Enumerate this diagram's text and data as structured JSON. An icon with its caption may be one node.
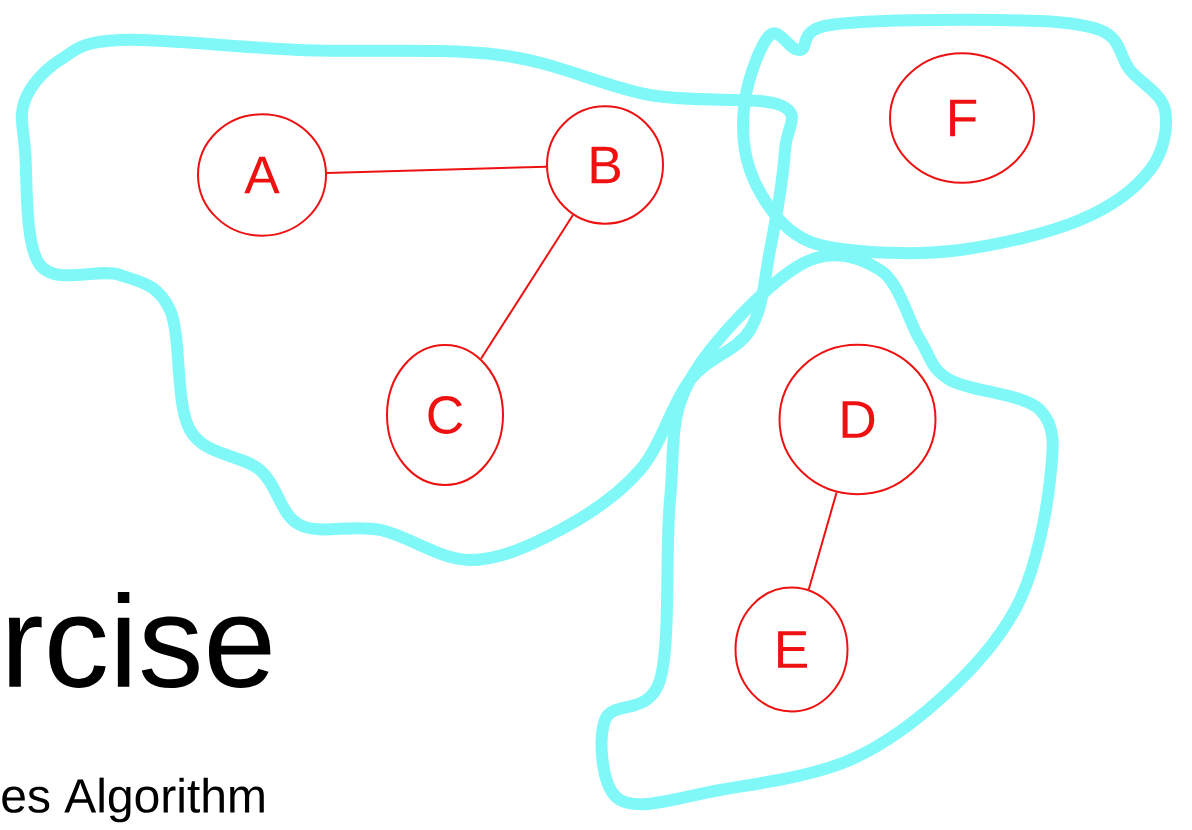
{
  "diagram": {
    "nodes": [
      {
        "text": [],
        "shape": "blob"
      },
      {
        "text": [
          "A"
        ],
        "in": 0
      },
      {
        "text": [
          "B"
        ],
        "in": 0
      },
      {
        "text": [
          "C"
        ],
        "in": 0
      },
      {
        "text": [],
        "shape": "blob"
      },
      {
        "text": [
          "F"
        ],
        "in": 4
      },
      {
        "text": [],
        "shape": "blob"
      },
      {
        "text": [
          "D"
        ],
        "in": 6
      },
      {
        "text": [
          "E"
        ],
        "in": 6
      }
    ],
    "edges": [
      {
        "from": 1,
        "to": 2,
        "arrow": "none"
      },
      {
        "from": 2,
        "to": 3,
        "arrow": "none"
      },
      {
        "from": 7,
        "to": 8,
        "arrow": "none"
      }
    ],
    "labels": [
      "rcise",
      "es Algorithm"
    ]
  }
}
